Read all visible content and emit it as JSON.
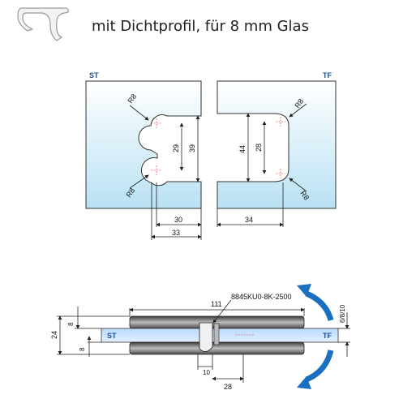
{
  "header": {
    "title": "mit  Dichtprofil, für 8 mm Glas"
  },
  "top_view": {
    "left_label": "ST",
    "right_label": "TF",
    "left_radius_top": "R8",
    "left_radius_bottom": "R8",
    "right_radius_top": "R8",
    "right_radius_bottom": "R8",
    "left_dim_inner_height": "29",
    "left_dim_outer_height": "39",
    "right_dim_outer_height": "44",
    "right_dim_inner_height": "28",
    "left_dim_depth_inner": "30",
    "left_dim_depth_outer": "33",
    "right_dim_depth": "34"
  },
  "side_view": {
    "left_label": "ST",
    "right_label": "TF",
    "dim_length": "111",
    "part_number": "8845KU0-8K-2500",
    "dim_total_height": "24",
    "dim_upper_8": "8",
    "dim_lower_8": "8",
    "dim_glass": "6/8/10",
    "dim_gap": "10",
    "dim_offset": "28"
  },
  "colors": {
    "glass_top": "#ffffff",
    "glass_bottom": "#bfe3f5",
    "glass_strip": "#cfe6ff",
    "arrow": "#1a6fc0",
    "label": "#1f4f8f"
  }
}
